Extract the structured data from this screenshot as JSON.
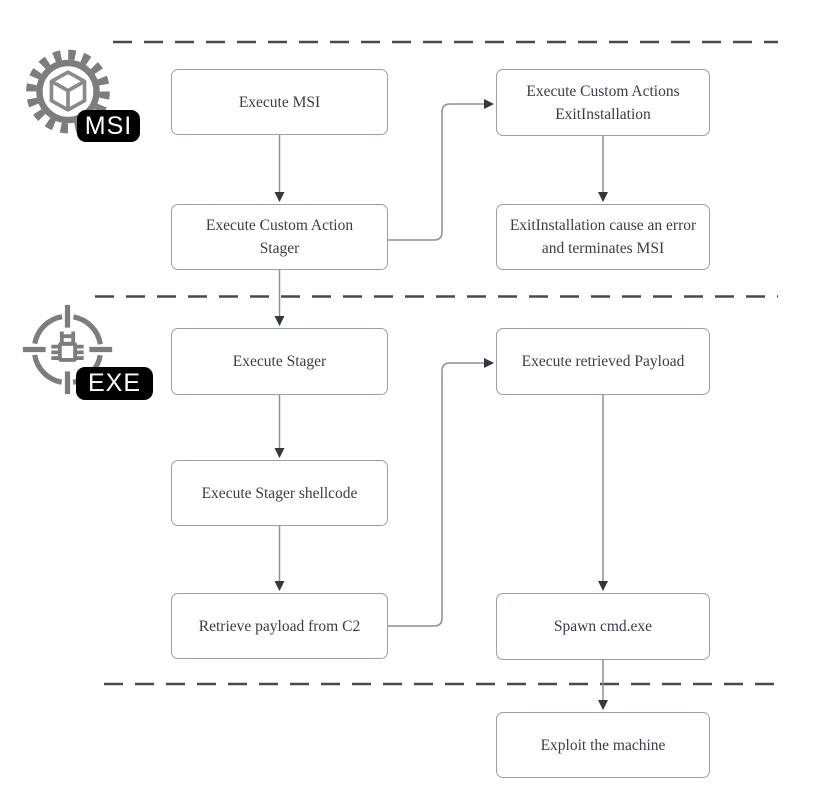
{
  "colors": {
    "background": "#ffffff",
    "box_border": "#9aa0a6",
    "box_text": "#383d47",
    "connector": "#8b8f96",
    "arrowhead": "#33373f",
    "separator": "#4a4a4a",
    "icon_stroke": "#7d7d7d",
    "badge_background": "#000000",
    "badge_text": "#ffffff"
  },
  "sections": [
    {
      "id": "msi",
      "badge_label": "MSI",
      "icon": "gear-package-icon"
    },
    {
      "id": "exe",
      "badge_label": "EXE",
      "icon": "bug-crosshair-icon"
    }
  ],
  "nodes": [
    {
      "id": "execute-msi",
      "label": "Execute MSI",
      "lines": [
        "Execute MSI"
      ]
    },
    {
      "id": "execute-custom-actions-exitinstallation",
      "label": "Execute Custom Actions ExitInstallation",
      "lines": [
        "Execute Custom Actions",
        "ExitInstallation"
      ]
    },
    {
      "id": "execute-custom-action-stager",
      "label": "Execute Custom Action Stager",
      "lines": [
        "Execute Custom Action",
        "Stager"
      ]
    },
    {
      "id": "exitinstallation-error-terminates-msi",
      "label": "ExitInstallation cause an error and terminates MSI",
      "lines": [
        "ExitInstallation cause an error",
        "and terminates MSI"
      ]
    },
    {
      "id": "execute-stager",
      "label": "Execute Stager",
      "lines": [
        "Execute Stager"
      ]
    },
    {
      "id": "execute-retrieved-payload",
      "label": "Execute retrieved Payload",
      "lines": [
        "Execute retrieved Payload"
      ]
    },
    {
      "id": "execute-stager-shellcode",
      "label": "Execute Stager shellcode",
      "lines": [
        "Execute Stager shellcode"
      ]
    },
    {
      "id": "retrieve-payload-from-c2",
      "label": "Retrieve payload from C2",
      "lines": [
        "Retrieve payload from C2"
      ]
    },
    {
      "id": "spawn-cmd-exe",
      "label": "Spawn cmd.exe",
      "lines": [
        "Spawn cmd.exe"
      ]
    },
    {
      "id": "exploit-the-machine",
      "label": "Exploit the machine",
      "lines": [
        "Exploit the machine"
      ]
    }
  ],
  "edges": [
    {
      "from": "execute-msi",
      "to": "execute-custom-action-stager"
    },
    {
      "from": "execute-custom-action-stager",
      "to": "execute-custom-actions-exitinstallation"
    },
    {
      "from": "execute-custom-actions-exitinstallation",
      "to": "exitinstallation-error-terminates-msi"
    },
    {
      "from": "execute-custom-action-stager",
      "to": "execute-stager"
    },
    {
      "from": "execute-stager",
      "to": "execute-stager-shellcode"
    },
    {
      "from": "execute-stager-shellcode",
      "to": "retrieve-payload-from-c2"
    },
    {
      "from": "retrieve-payload-from-c2",
      "to": "execute-retrieved-payload"
    },
    {
      "from": "execute-retrieved-payload",
      "to": "spawn-cmd-exe"
    },
    {
      "from": "spawn-cmd-exe",
      "to": "exploit-the-machine"
    }
  ]
}
